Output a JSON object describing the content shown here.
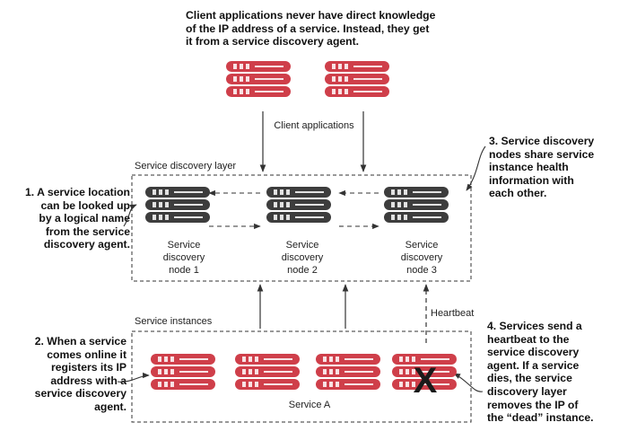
{
  "annotations": {
    "top": [
      "Client applications never have direct knowledge",
      "of the IP address of a service. Instead, they get",
      "it from a service discovery agent."
    ],
    "note1": [
      "1. A service location",
      "can be looked up",
      "by a logical name",
      "from the service",
      "discovery agent."
    ],
    "note2": [
      "2. When a service",
      "comes online it",
      "registers its IP",
      "address with a",
      "service discovery",
      "agent."
    ],
    "note3": [
      "3. Service discovery",
      "nodes share service",
      "instance health",
      "information with",
      "each other."
    ],
    "note4": [
      "4. Services send a",
      "heartbeat to the",
      "service discovery",
      "agent. If a service",
      "dies, the service",
      "discovery layer",
      "removes the IP of",
      "the “dead” instance."
    ]
  },
  "labels": {
    "client_applications": "Client applications",
    "service_discovery_layer": "Service discovery layer",
    "service_instances": "Service instances",
    "service_a": "Service A",
    "heartbeat": "Heartbeat"
  },
  "nodes": [
    {
      "line1": "Service",
      "line2": "discovery",
      "line3": "node 1"
    },
    {
      "line1": "Service",
      "line2": "discovery",
      "line3": "node 2"
    },
    {
      "line1": "Service",
      "line2": "discovery",
      "line3": "node 3"
    }
  ],
  "colors": {
    "client_server": "#cf3f4a",
    "discovery_server": "#3d3d3d",
    "service_server": "#cf3f4a",
    "dead_mark": "#1a1a1a",
    "line": "#333333"
  },
  "icons": {
    "client_app": "server-stack-icon",
    "discovery_node": "server-stack-icon",
    "service_instance": "server-stack-icon",
    "dead_instance": "x-mark-icon"
  }
}
